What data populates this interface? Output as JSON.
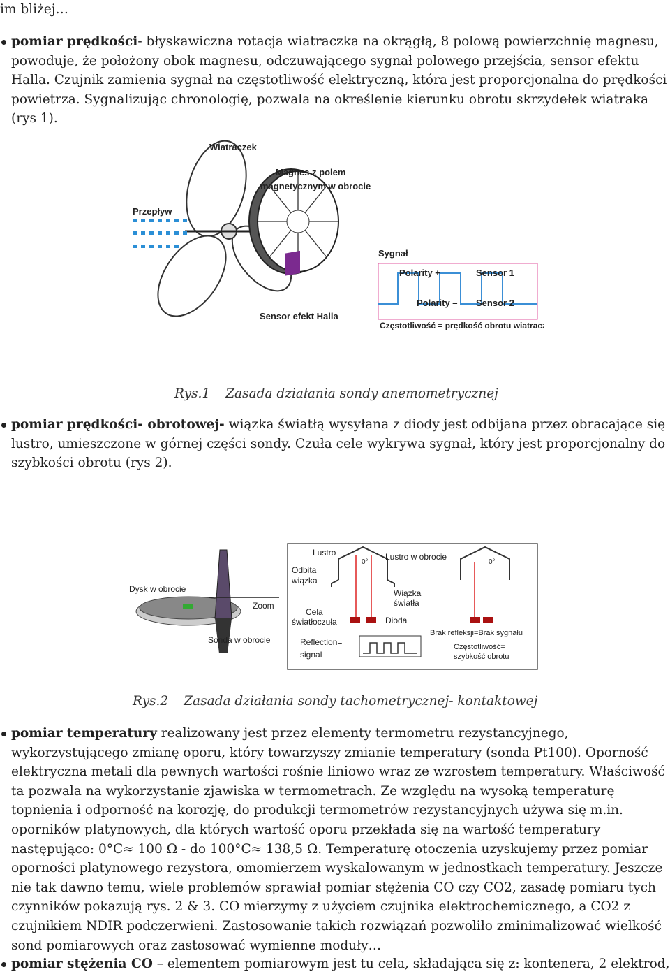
{
  "intro": "im bliżej…",
  "bullets": {
    "b1": {
      "bold": "pomiar prędkości",
      "text": "- błyskawiczna rotacja wiatraczka na okrągłą, 8 polową powierzchnię magnesu, powoduje, że położony obok magnesu, odczuwającego sygnał polowego przejścia, sensor efektu Halla. Czujnik zamienia sygnał na częstotliwość elektryczną, która jest proporcjonalna do prędkości powietrza. Sygnalizując chronologię, pozwala na określenie kierunku obrotu skrzydełek wiatraka (rys 1)."
    },
    "b2": {
      "bold": "pomiar prędkości- obrotowej-",
      "text": " wiązka światłą wysyłana z diody jest odbijana przez obracające się lustro, umieszczone w górnej części sondy. Czuła cele wykrywa sygnał, który jest proporcjonalny do szybkości obrotu (rys 2)."
    },
    "b3": {
      "bold": "pomiar temperatury",
      "text": "  realizowany jest przez elementy  termometru rezystancyjnego, wykorzystującego zmianę oporu, który  towarzyszy zmianie temperatury (sonda  Pt100). Oporność elektryczna metali dla pewnych wartości rośnie liniowo wraz ze wzrostem temperatury. Właściwość ta pozwala na wykorzystanie  zjawiska w termometrach. Ze względu na wysoką temperaturę topnienia i odporność na korozję, do produkcji termometrów rezystancyjnych używa się m.in. oporników platynowych, dla których wartość oporu przekłada się na wartość temperatury następująco: 0°C≈ 100 Ω  - do 100°C≈  138,5 Ω.  Temperaturę otoczenia uzyskujemy przez pomiar oporności  platynowego  rezystora,  omomierzem wyskalowanym w jednostkach temperatury. Jeszcze nie tak dawno temu, wiele problemów sprawiał pomiar stężenia CO czy CO2,   zasadę pomiaru tych czynników  pokazują rys. 2 & 3. CO mierzymy z użyciem czujnika elektrochemicznego,  a CO2 z czujnikiem NDIR podczerwieni. Zastosowanie takich rozwiązań pozwoliło zminimalizować wielkość sond pomiarowych oraz zastosować wymienne moduły…"
    },
    "b4": {
      "bold": "pomiar stężenia CO",
      "text": " – elementem pomiarowym jest tu cela, składająca się z: kontenera, 2 elektrod,"
    }
  },
  "fig1": {
    "caption_num": "Rys.1",
    "caption_text": "Zasada działania sondy anemometrycznej",
    "labels": {
      "fan": "Wiatraczek",
      "magnet1": "Magnes z polem",
      "magnet2": "magnetycznym w obrocie",
      "flow": "Przepływ",
      "signal": "Sygnał",
      "pol_plus": "Polarity +",
      "sensor1": "Sensor 1",
      "pol_minus": "Polarity –",
      "sensor2": "Sensor 2",
      "freq": "Częstotliwość = prędkość obrotu wiatraczka",
      "hall": "Sensor efekt Halla"
    }
  },
  "fig2": {
    "caption_num": "Rys.2",
    "caption_text": "Zasada działania sondy tachometrycznej- kontaktowej",
    "labels": {
      "disc": "Dysk w obrocie",
      "zoom": "Zoom",
      "probe": "Sonda w obrocie",
      "mirror": "Lustro",
      "mirror_rot": "Lustro w obrocie",
      "reflected1": "Odbita",
      "reflected2": "wiązka",
      "light1": "Wiązka",
      "light2": "światła",
      "cell1": "Cela",
      "cell2": "światłoczuła",
      "diode": "Dioda",
      "refl1": "Reflection=",
      "refl2": "signal",
      "no_refl": "Brak refleksji=Brak sygnału",
      "freq1": "Częstotliwość=",
      "freq2": "szybkość obrotu",
      "deg1": "0°",
      "deg2": "0°"
    }
  }
}
